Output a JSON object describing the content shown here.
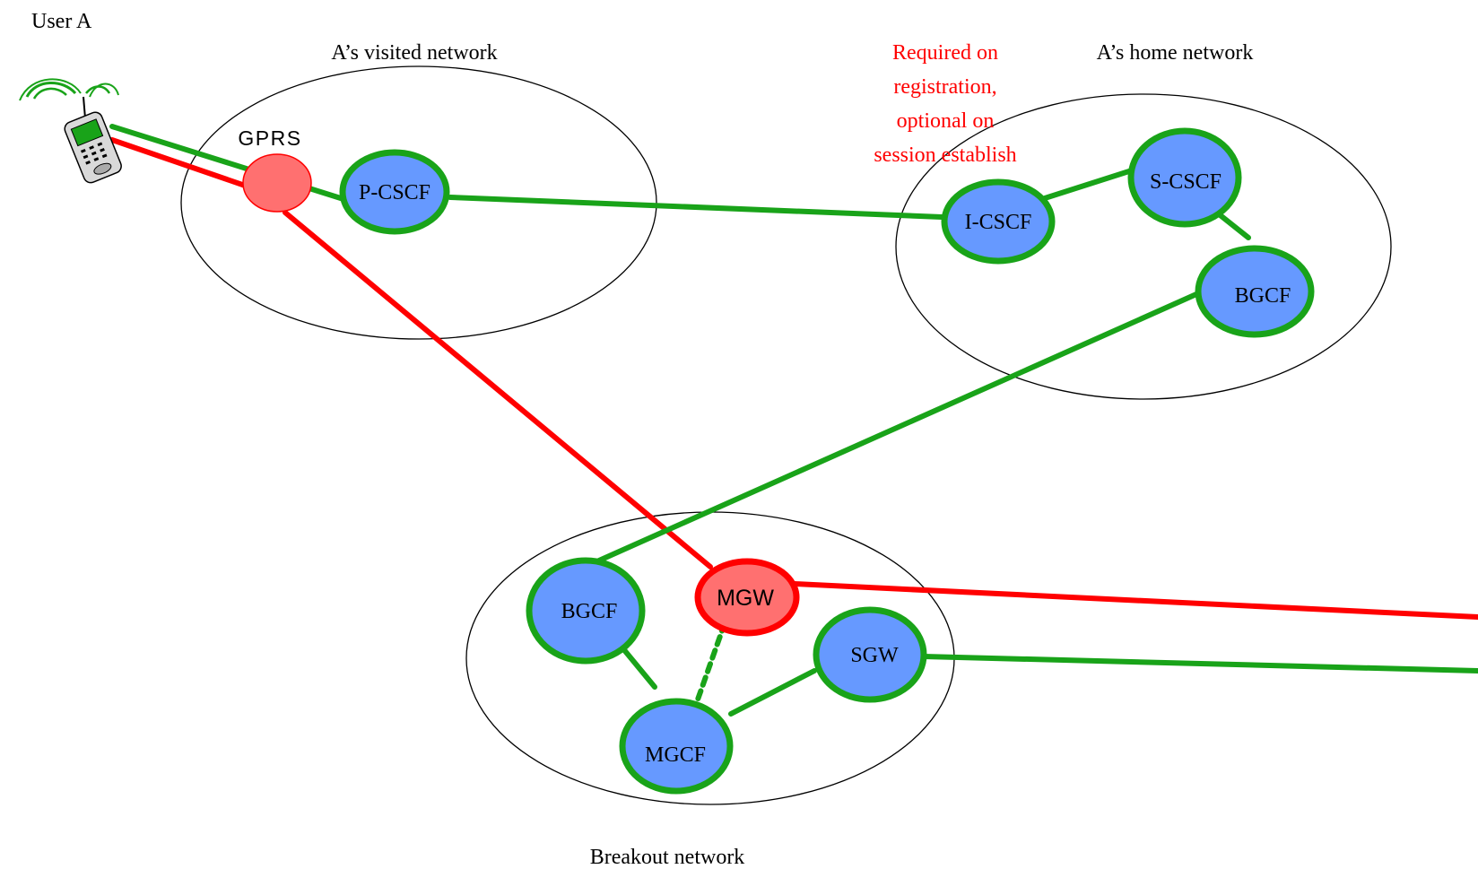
{
  "labels": {
    "user": "User A",
    "visited_network": "A’s visited network",
    "home_network": "A’s home network",
    "breakout_network": "Breakout network",
    "annotation": [
      "Required on",
      "registration,",
      "optional on",
      "session establish"
    ]
  },
  "nodes": {
    "gprs": "GPRS",
    "pcscf": "P-CSCF",
    "icscf": "I-CSCF",
    "scscf": "S-CSCF",
    "bgcf_home": "BGCF",
    "bgcf_breakout": "BGCF",
    "mgw": "MGW",
    "mgcf": "MGCF",
    "sgw": "SGW"
  },
  "colors": {
    "signaling": "#19a319",
    "media": "#ff0000",
    "node_fill": "#6699ff",
    "media_node_fill": "#ff7070",
    "annotation": "#ff0000"
  },
  "icons": [
    "mobile-phone-icon"
  ]
}
